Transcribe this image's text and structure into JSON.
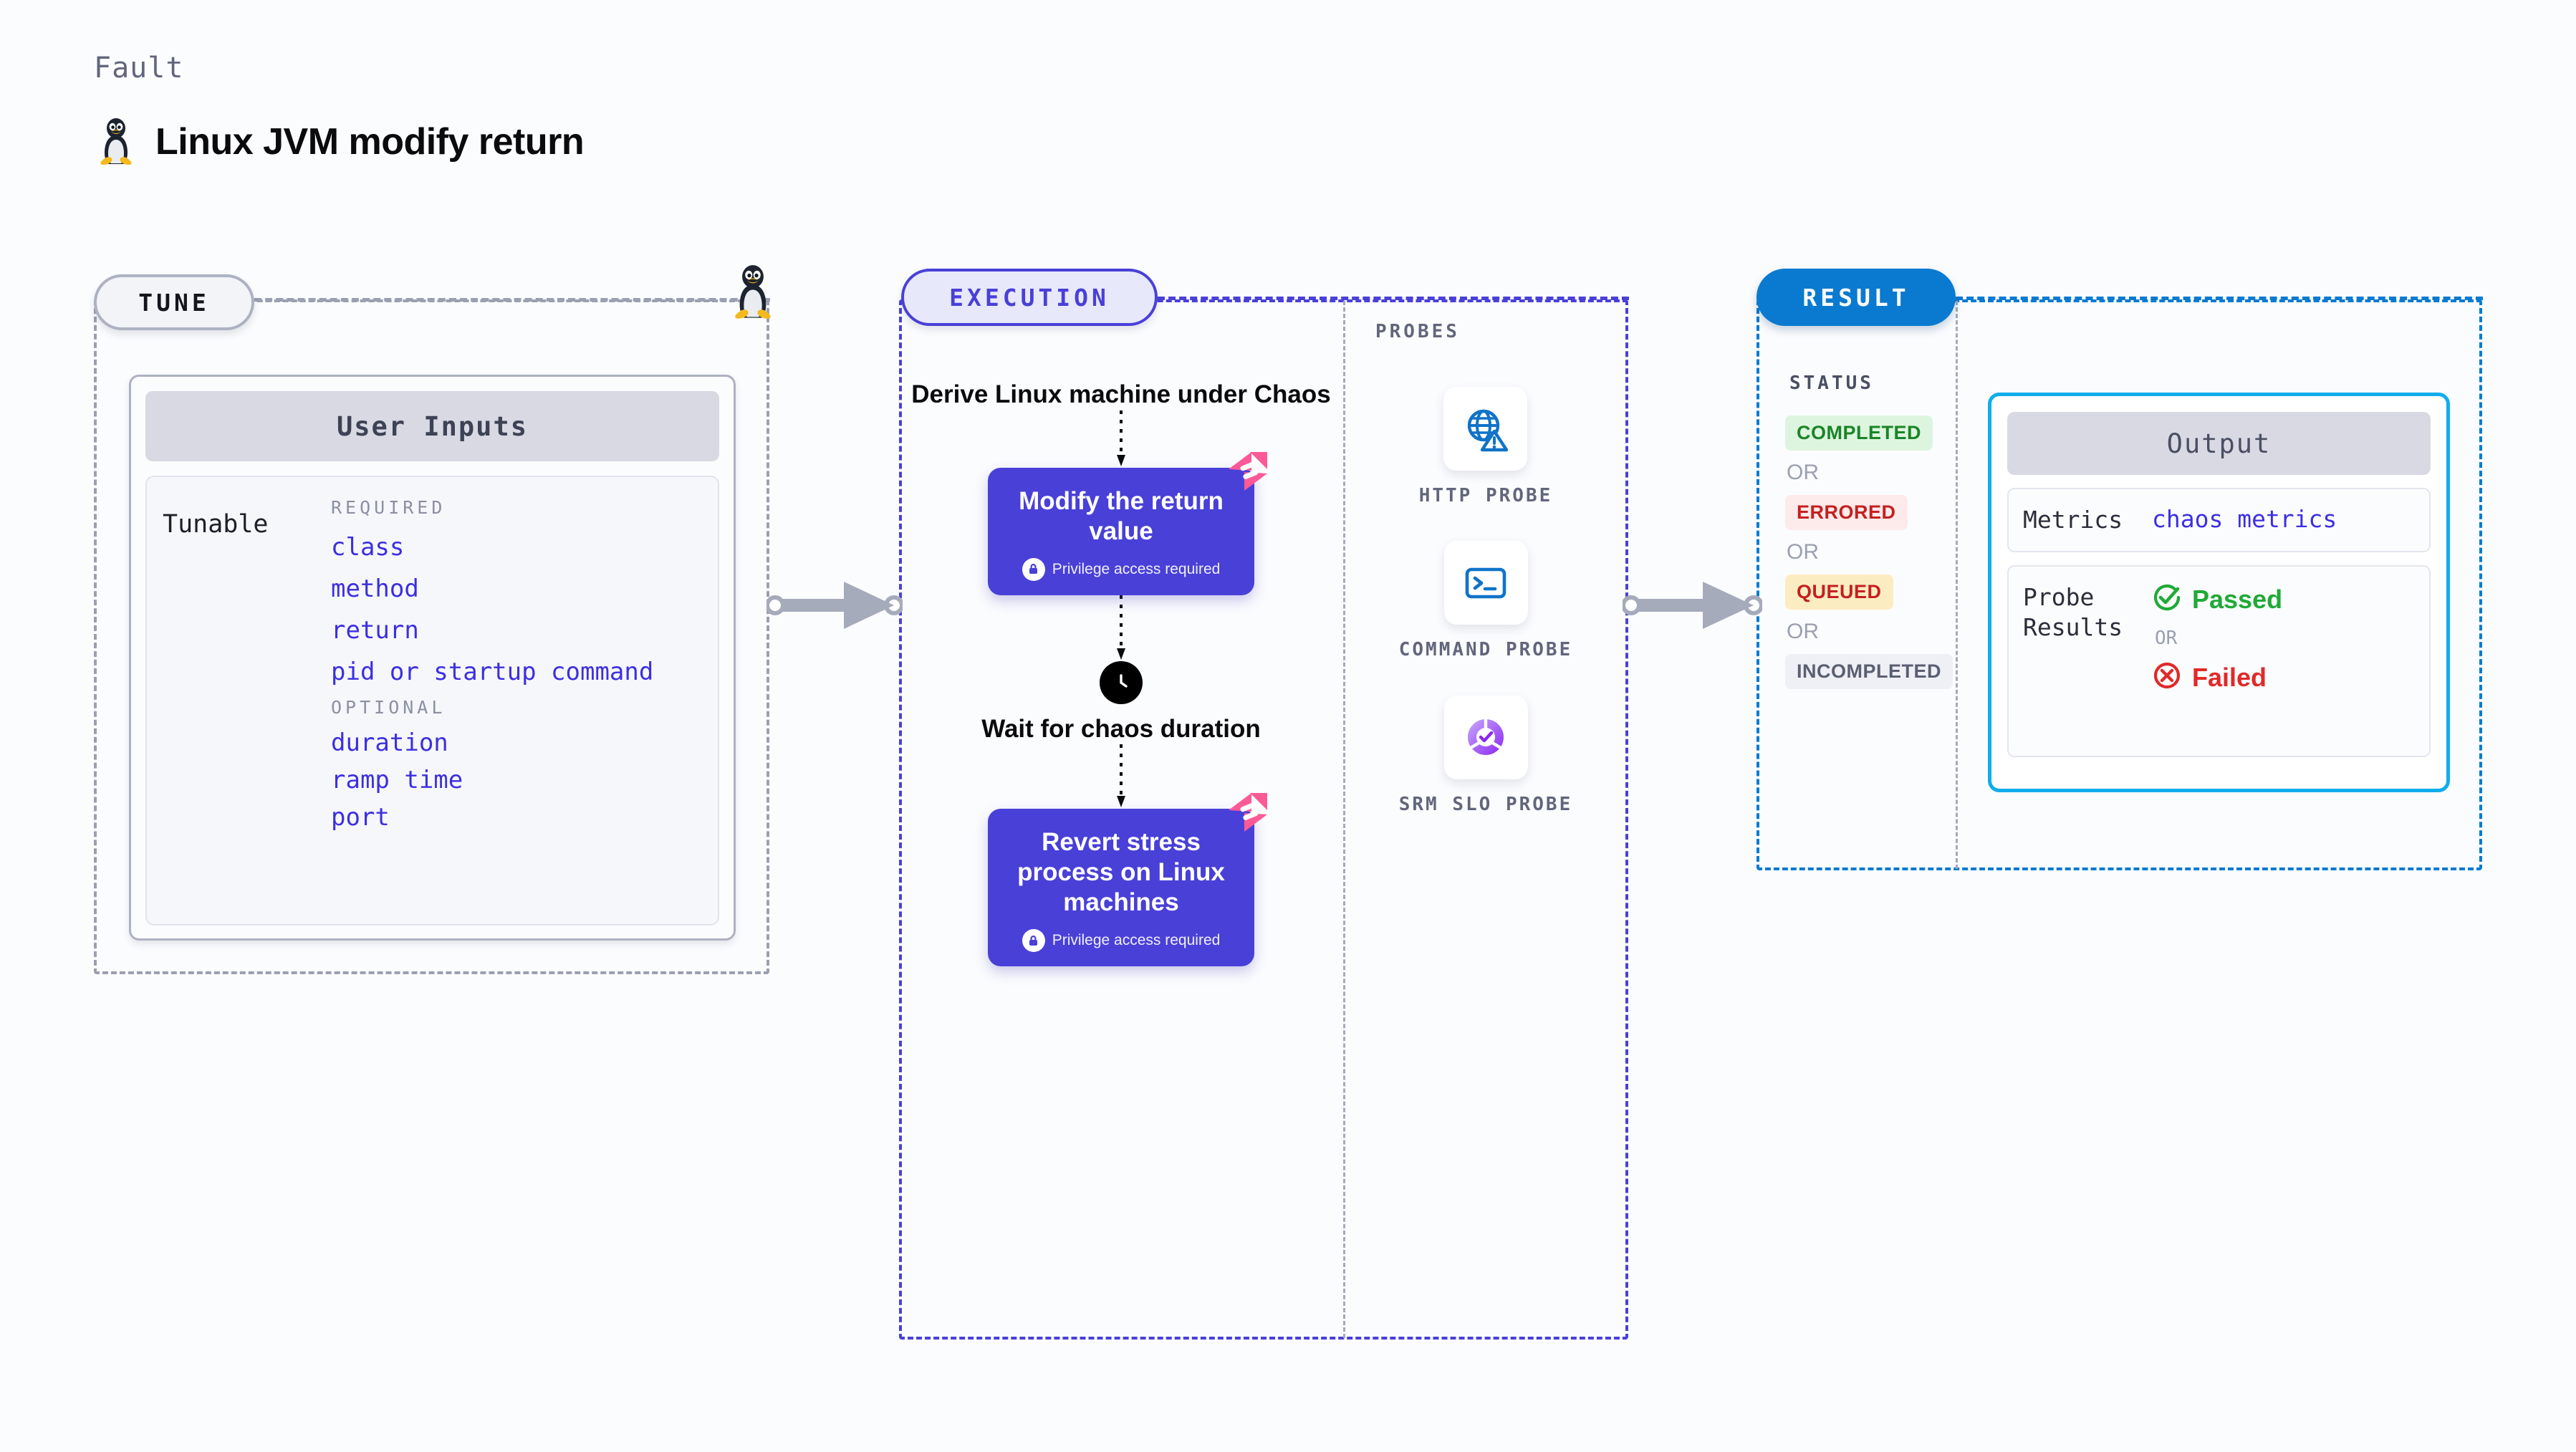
{
  "header": {
    "eyebrow": "Fault",
    "title": "Linux JVM modify return",
    "icon": "linux-tux-icon"
  },
  "sections": {
    "tune": {
      "pill_label": "TUNE"
    },
    "execution": {
      "pill_label": "EXECUTION"
    },
    "result": {
      "pill_label": "RESULT"
    },
    "probes": {
      "label": "PROBES"
    }
  },
  "tune": {
    "card_title": "User Inputs",
    "tunable_label": "Tunable",
    "groups": [
      {
        "heading": "REQUIRED",
        "items": [
          "class",
          "method",
          "return",
          "pid or startup command"
        ]
      },
      {
        "heading": "OPTIONAL",
        "items": [
          "duration",
          "ramp time",
          "port"
        ]
      }
    ]
  },
  "execution": {
    "steps": [
      {
        "type": "text",
        "label": "Derive Linux machine under Chaos"
      },
      {
        "type": "card",
        "label": "Modify the return value",
        "privilege": "Privilege access required",
        "badge": "harness-logo-icon",
        "lock": "lock-icon"
      },
      {
        "type": "clock",
        "label": "Wait for chaos duration",
        "icon": "clock-icon"
      },
      {
        "type": "card",
        "label": "Revert stress process on Linux machines",
        "privilege": "Privilege access required",
        "badge": "harness-logo-icon",
        "lock": "lock-icon"
      }
    ]
  },
  "probes": [
    {
      "name": "HTTP PROBE",
      "icon": "globe-warning-icon"
    },
    {
      "name": "COMMAND PROBE",
      "icon": "terminal-icon"
    },
    {
      "name": "SRM SLO PROBE",
      "icon": "slo-donut-check-icon"
    }
  ],
  "result": {
    "status_label": "STATUS",
    "or_label": "OR",
    "statuses": [
      {
        "label": "COMPLETED",
        "color": "#1a8527",
        "bg": "#ddf5df"
      },
      {
        "label": "ERRORED",
        "color": "#c42020",
        "bg": "#fdeaea"
      },
      {
        "label": "QUEUED",
        "color": "#c42020",
        "bg": "#fcecc1"
      },
      {
        "label": "INCOMPLETED",
        "color": "#5a5f72",
        "bg": "#eef0f5"
      }
    ],
    "output": {
      "title": "Output",
      "metrics_key": "Metrics",
      "metrics_value": "chaos metrics",
      "probe_key": "Probe Results",
      "passed_label": "Passed",
      "failed_label": "Failed",
      "or_label": "OR",
      "passed_icon": "check-circle-icon",
      "failed_icon": "x-circle-icon"
    }
  },
  "connectors": {
    "tune_to_execution": "flow-arrow-icon",
    "execution_to_result": "flow-arrow-icon"
  },
  "colors": {
    "purple": "#4940d8",
    "purple_fill": "#e6e6f9",
    "blue": "#0a7ad0",
    "cyan": "#11adeb",
    "cyan_fill": "#eafaff",
    "gray_dash": "#9aa0b0",
    "pink": "#fb5a96",
    "mono_accent": "#3c2fe0"
  }
}
